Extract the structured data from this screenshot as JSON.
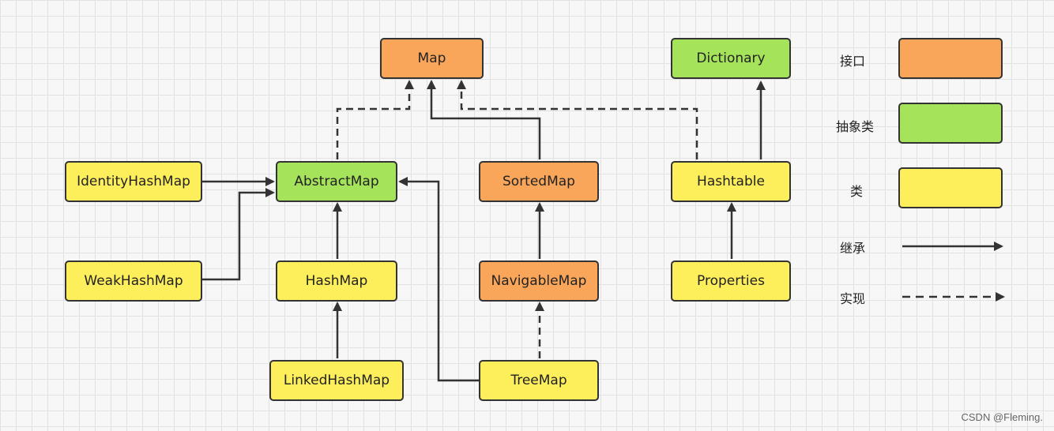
{
  "nodes": {
    "map": "Map",
    "dictionary": "Dictionary",
    "identity_hash_map": "IdentityHashMap",
    "abstract_map": "AbstractMap",
    "sorted_map": "SortedMap",
    "hashtable": "Hashtable",
    "weak_hash_map": "WeakHashMap",
    "hash_map": "HashMap",
    "navigable_map": "NavigableMap",
    "properties": "Properties",
    "linked_hash_map": "LinkedHashMap",
    "tree_map": "TreeMap"
  },
  "legend": {
    "interface": "接口",
    "abstract_class": "抽象类",
    "class": "类",
    "inheritance": "继承",
    "implementation": "实现"
  },
  "colors": {
    "interface": "#f9a65a",
    "abstract_class": "#a5e35a",
    "class": "#fdee5c",
    "line": "#333333"
  },
  "watermark": "CSDN @Fleming."
}
